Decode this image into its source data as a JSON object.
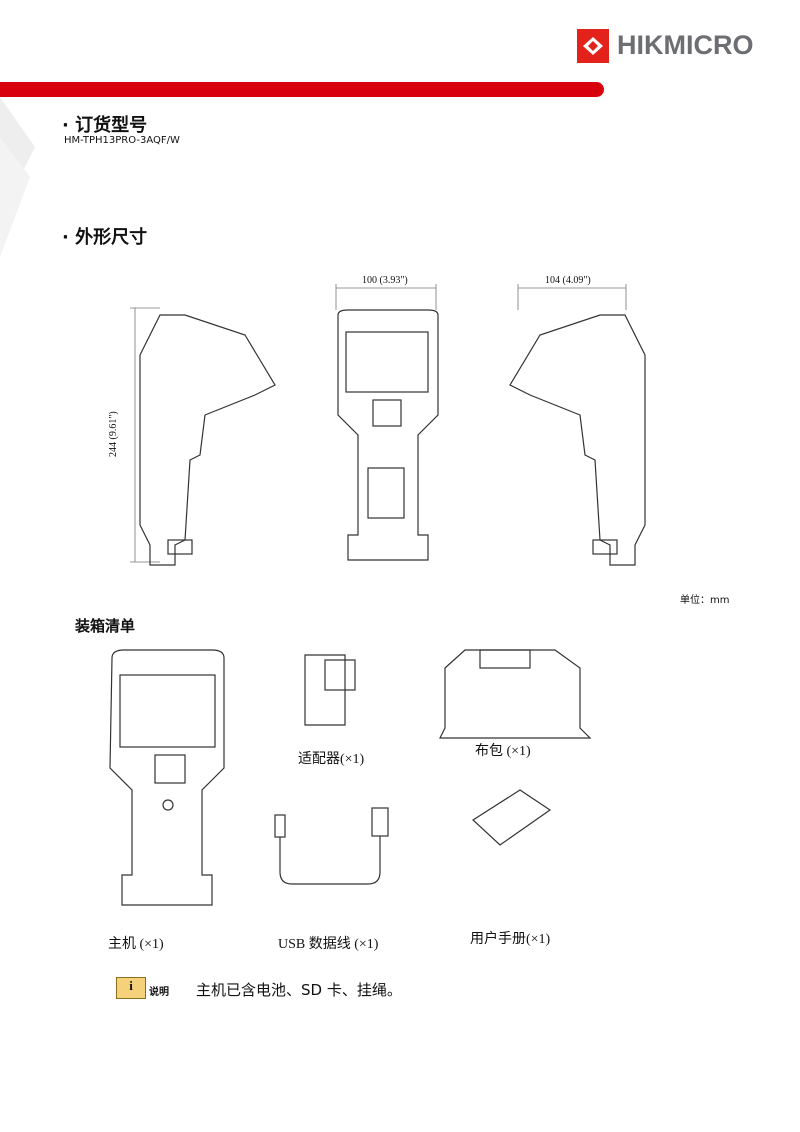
{
  "brand": {
    "name": "HIKMICRO",
    "color": "#d9000d"
  },
  "order": {
    "heading": "· 订货型号",
    "model": "HM-TPH13PRO-3AQF/W"
  },
  "dimensions": {
    "heading": "· 外形尺寸",
    "height_label": "244 (9.61\")",
    "width_label": "100 (3.93\")",
    "depth_label": "104 (4.09\")",
    "unit": "单位：mm"
  },
  "packing": {
    "heading": "装箱清单",
    "items": [
      "主机 (×1)",
      "适配器(×1)",
      "布包 (×1)",
      "USB 数据线 (×1)",
      "用户手册(×1)"
    ]
  },
  "note": {
    "label": "说明",
    "text": "主机已含电池、SD 卡、挂绳。"
  }
}
